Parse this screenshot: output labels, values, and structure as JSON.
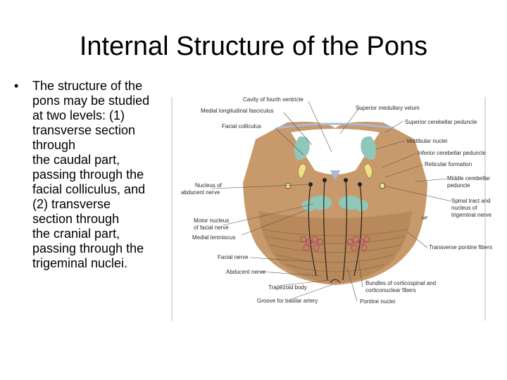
{
  "slide": {
    "title": "Internal Structure of the Pons",
    "bullet_symbol": "•",
    "bullet_lines": [
      "The structure of the",
      "pons may be studied",
      "at two levels: (1)",
      "transverse section",
      "through",
      "the caudal part,",
      "passing through the",
      "facial colliculus, and",
      "(2) transverse",
      "section through",
      "the cranial part,",
      "passing through the",
      "trigeminal nuclei."
    ]
  },
  "figure": {
    "colors": {
      "tissue": "#c89a6b",
      "tissue_dark": "#a97b4f",
      "nucleus_green": "#8fc8b8",
      "tract_yellow": "#f0e08a",
      "nucleus_blue": "#a9b8dc",
      "fiber_red": "#c0506a",
      "leader_line": "#555555"
    },
    "labels": {
      "cavity": "Cavity of fourth ventricle",
      "mlf": "Medial longitudinal fasciculus",
      "facial_colliculus": "Facial colliculus",
      "nucleus_abducent_1": "Nucleus of",
      "nucleus_abducent_2": "abducent nerve",
      "motor_nucleus_1": "Motor nucleus",
      "motor_nucleus_2": "of facial nerve",
      "medial_lemniscus": "Medial lemniscus",
      "facial_nerve": "Facial nerve",
      "abducent_nerve": "Abducent nerve",
      "trapezoid_body": "Trapezoid body",
      "groove_basilar": "Groove for basilar artery",
      "sup_medullary_velum": "Superior medullary velum",
      "sup_cerebellar_peduncle": "Superior cerebellar peduncle",
      "vestibular_nuclei": "Vestibular nuclei",
      "inf_cerebellar_peduncle": "Inferior cerebellar peduncle",
      "reticular_formation": "Reticular formation",
      "middle_cerebellar_1": "Middle cerebellar",
      "middle_cerebellar_2": "peduncle",
      "spinal_tract_1": "Spinal tract and",
      "spinal_tract_2": "nucleus of",
      "spinal_tract_3": "trigeminal nerve",
      "transverse_pontine": "Transverse pontine fibers",
      "bundles_1": "Bundles of corticospinal and",
      "bundles_2": "corticonuclear fibers",
      "pontine_nuclei": "Pontine nuclei",
      "mark": "MF"
    }
  }
}
